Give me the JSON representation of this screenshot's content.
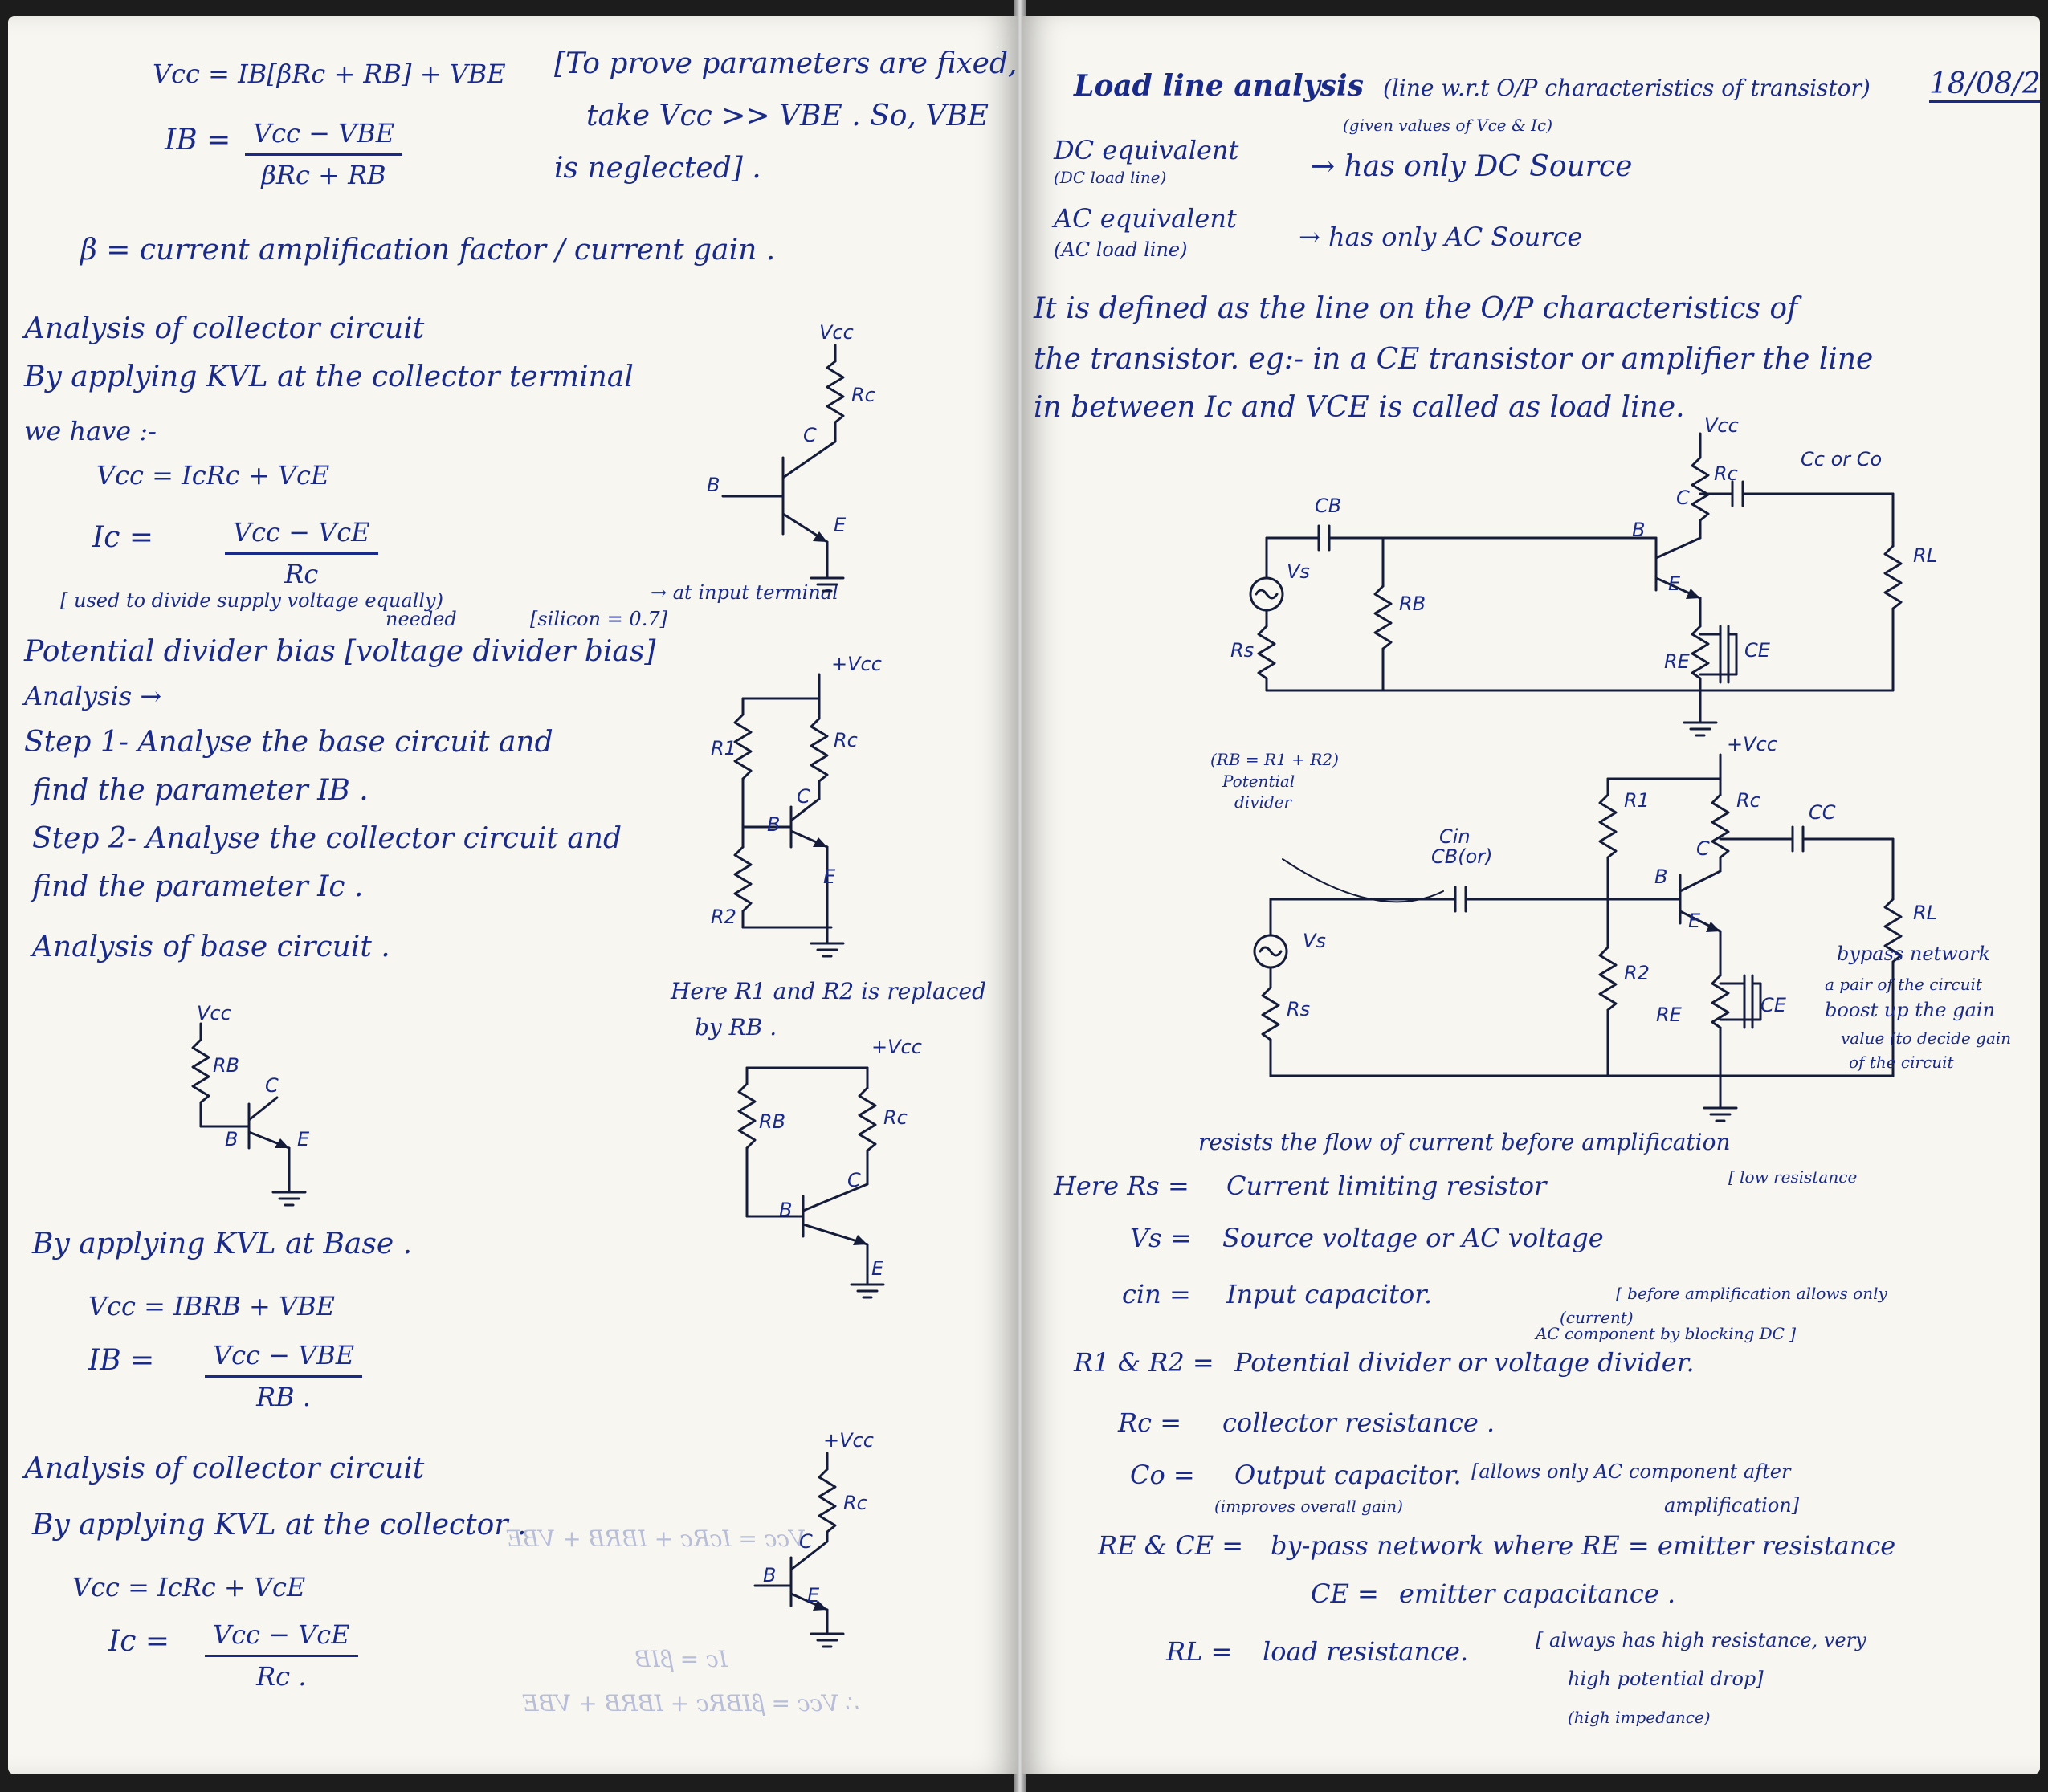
{
  "left_page": {
    "eq_top_vcc": "Vcc = IB[βRc + RB] + VBE",
    "eq_top_ib_lhs": "IB =",
    "eq_top_ib_num": "Vcc − VBE",
    "eq_top_ib_den": "βRc + RB",
    "note_prove_1": "[To prove parameters are fixed,",
    "note_prove_2": "take Vcc >> VBE . So, VBE",
    "note_prove_3": "is neglected] .",
    "beta_def": "β = current amplification factor / current gain .",
    "collector_heading": "Analysis of collector circuit",
    "kvl_collector_terminal": "By applying KVL at the collector terminal",
    "we_have": "we have :-",
    "eq_vcc_icrc": "Vcc = IcRc + VcE",
    "eq_ic_lhs": "Ic =",
    "eq_ic_num": "Vcc − VcE",
    "eq_ic_den": "Rc",
    "note_used": "[ used to divide supply voltage equally)",
    "note_input": "→ at input terminal",
    "note_needed": "needed",
    "note_silicon": "[silicon = 0.7]",
    "pd_heading": "Potential divider bias [voltage divider bias]",
    "analysis_arrow": "Analysis →",
    "step1_a": "Step 1- Analyse the base circuit and",
    "step1_b": "find the parameter IB .",
    "step2_a": "Step 2- Analyse the collector circuit and",
    "step2_b": "find the parameter Ic .",
    "base_heading": "Analysis of base circuit .",
    "replaced_1": "Here R1 and R2 is replaced",
    "replaced_2": "by RB .",
    "kvl_base": "By applying KVL at Base .",
    "eq_vcc_ibrb": "Vcc = IBRB + VBE",
    "eq_ib2_lhs": "IB =",
    "eq_ib2_num": "Vcc − VBE",
    "eq_ib2_den": "RB .",
    "collector_heading2": "Analysis of collector circuit",
    "kvl_collector2": "By applying KVL at the collector .",
    "eq_vcc_icrc2": "Vcc = IcRc + VcE",
    "eq_ic2_lhs": "Ic =",
    "eq_ic2_num": "Vcc − VcE",
    "eq_ic2_den": "Rc ."
  },
  "right_page": {
    "date": "18/08/2",
    "load_heading": "Load line analysis",
    "load_note": "(line w.r.t O/P characteristics of transistor)",
    "dc_label": "DC equivalent",
    "dc_sub": "(DC load line)",
    "dc_note": "(given values of Vce & Ic)",
    "dc_desc": "→ has only DC Source",
    "ac_label": "AC equivalent",
    "ac_sub": "(AC load line)",
    "ac_desc": "→ has only AC Source",
    "def_1": "It is defined as the line on the O/P characteristics of",
    "def_2": "the transistor. eg:- in a CE transistor or amplifier the line",
    "def_3": "in between Ic and VCE is called as load line.",
    "rb_note_1": "(RB = R1 + R2)",
    "rb_note_2": "Potential",
    "rb_note_3": "divider",
    "bypass_1": "bypass network",
    "bypass_2": "a pair of the circuit",
    "bypass_3": "boost up the gain",
    "bypass_4": "value (to decide gain",
    "bypass_5": "of the circuit",
    "resists_note": "resists the flow of current before amplification",
    "rs_label": "Here Rs =",
    "rs_desc": "Current limiting resistor",
    "rs_note": "[ low resistance",
    "vs_label": "Vs =",
    "vs_desc": "Source voltage or AC voltage",
    "cin_label": "cin =",
    "cin_desc": "Input capacitor.",
    "cin_note_1": "[ before amplification allows only",
    "cin_note_2": "AC component by blocking DC ]",
    "cin_note_3": "(current)",
    "r1r2_label": "R1 & R2 =",
    "r1r2_desc": "Potential divider or voltage divider.",
    "rc_label": "Rc =",
    "rc_desc": "collector resistance .",
    "co_label": "Co =",
    "co_desc": "Output capacitor.",
    "co_note_1": "[allows only AC component after",
    "co_note_2": "amplification]",
    "co_note_3": "(improves overall gain)",
    "re_label": "RE & CE =",
    "re_desc": "by-pass network where RE = emitter resistance",
    "ce_label": "CE =",
    "ce_desc": "emitter capacitance .",
    "rl_label": "RL =",
    "rl_desc": "load resistance.",
    "rl_note_1": "[ always has high resistance, very",
    "rl_note_2": "high potential drop]",
    "rl_note_3": "(high impedance)"
  },
  "labels": {
    "vcc": "Vcc",
    "pvcc": "+Vcc",
    "rc": "Rc",
    "rb": "RB",
    "re": "RE",
    "rl": "RL",
    "r1": "R1",
    "r2": "R2",
    "b": "B",
    "c": "C",
    "e": "E",
    "ce": "CE",
    "cb": "CB",
    "cc": "CC",
    "cco": "Cc or Co",
    "vs": "Vs",
    "rs": "Rs",
    "cin": "Cin",
    "cbor": "CB(or)"
  },
  "mirror_text": {
    "ghost_1": "∴ Vcc = βIBRc + IBRB + VBE",
    "ghost_2": "Ic = βIB",
    "ghost_3": "Vcc = IcRc + IBRB + VBE"
  }
}
